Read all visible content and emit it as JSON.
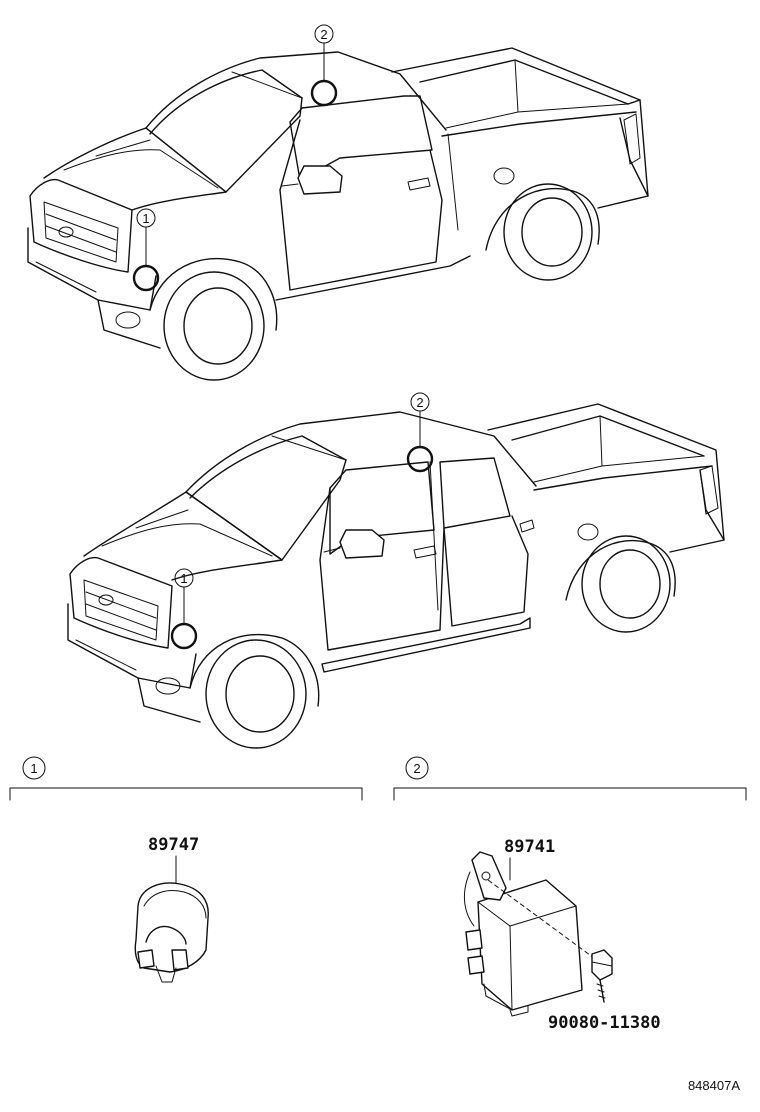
{
  "diagram": {
    "callouts": {
      "one": "1",
      "two": "2"
    },
    "sections": [
      {
        "label": "1",
        "parts": [
          {
            "number": "89747"
          }
        ]
      },
      {
        "label": "2",
        "parts": [
          {
            "number": "89741"
          },
          {
            "number": "90080-11380"
          }
        ]
      }
    ],
    "ref_code": "848407A"
  }
}
